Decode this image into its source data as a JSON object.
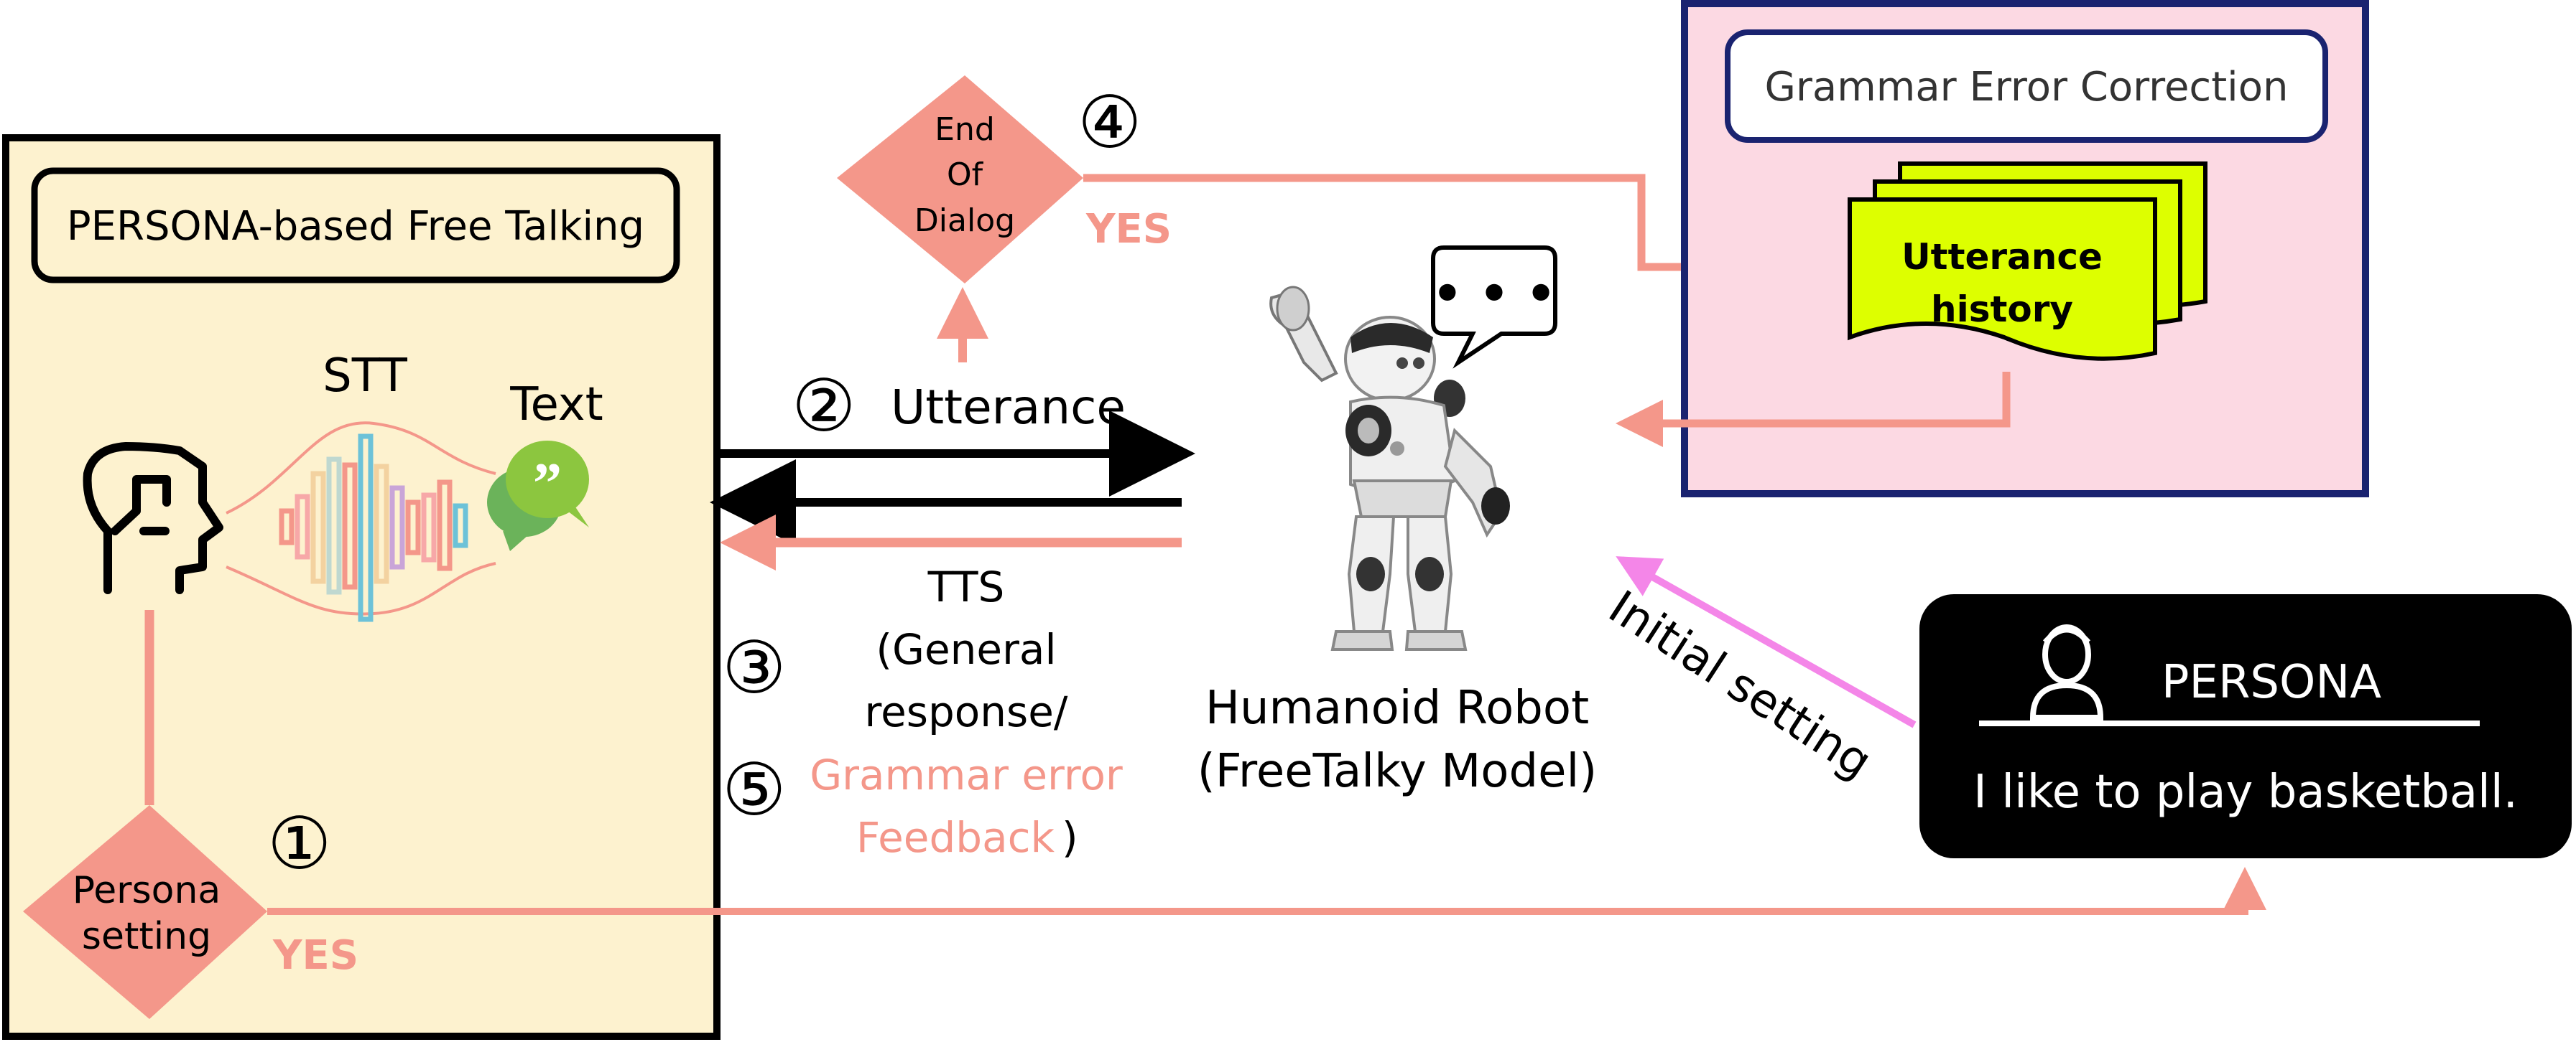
{
  "left_panel": {
    "title": "PERSONA-based Free Talking",
    "stt_label": "STT",
    "text_label": "Text",
    "decision_line1": "Persona",
    "decision_line2": "setting",
    "yes_label": "YES",
    "step_marker": "①"
  },
  "middle": {
    "utterance_marker": "②",
    "utterance_label": "Utterance",
    "tts_marker": "③",
    "tts_line1": "TTS",
    "tts_line2": "(General",
    "tts_line3": "response/",
    "feedback_marker": "⑤",
    "feedback_line1": "Grammar error",
    "feedback_line2_colored": "Feedback",
    "feedback_line2_paren": ")"
  },
  "end_dialog": {
    "line1": "End",
    "line2": "Of",
    "line3": "Dialog",
    "yes_label": "YES",
    "step_marker": "④"
  },
  "robot": {
    "label_line1": "Humanoid Robot",
    "label_line2": "(FreeTalky Model)",
    "speech_bubble_text": "• • •"
  },
  "gec": {
    "title": "Grammar Error Correction",
    "doc_line1": "Utterance",
    "doc_line2": "history"
  },
  "persona_card": {
    "title": "PERSONA",
    "text": "I like to play basketball."
  },
  "initial_setting_label": "Initial setting",
  "colors": {
    "left_panel_fill": "#fdf2cf",
    "salmon": "#f4978a",
    "gec_fill": "#fcd9e3",
    "gec_border": "#1a2370",
    "doc_fill": "#ddff00",
    "magenta_arrow": "#f486e8",
    "persona_card_fill": "#000000"
  }
}
